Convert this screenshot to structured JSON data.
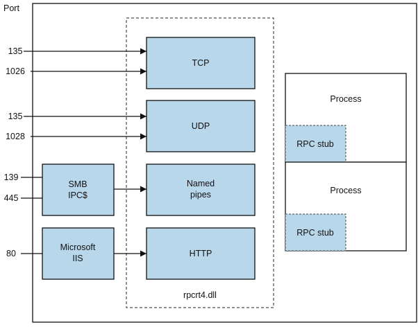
{
  "port_header": "Port",
  "ports": {
    "tcp_1": "135",
    "tcp_2": "1026",
    "udp_1": "135",
    "udp_2": "1028",
    "smb_1": "139",
    "smb_2": "445",
    "http": "80"
  },
  "transports": {
    "tcp": "TCP",
    "udp": "UDP",
    "named_pipes_line1": "Named",
    "named_pipes_line2": "pipes",
    "http": "HTTP"
  },
  "services": {
    "smb_line1": "SMB",
    "smb_line2": "IPC$",
    "iis_line1": "Microsoft",
    "iis_line2": "IIS"
  },
  "runtime_label": "rpcrt4.dll",
  "processes": [
    {
      "label": "Process",
      "stub": "RPC stub"
    },
    {
      "label": "Process",
      "stub": "RPC stub"
    }
  ],
  "colors": {
    "box_fill": "#b9d7ea",
    "stroke": "#111111"
  }
}
